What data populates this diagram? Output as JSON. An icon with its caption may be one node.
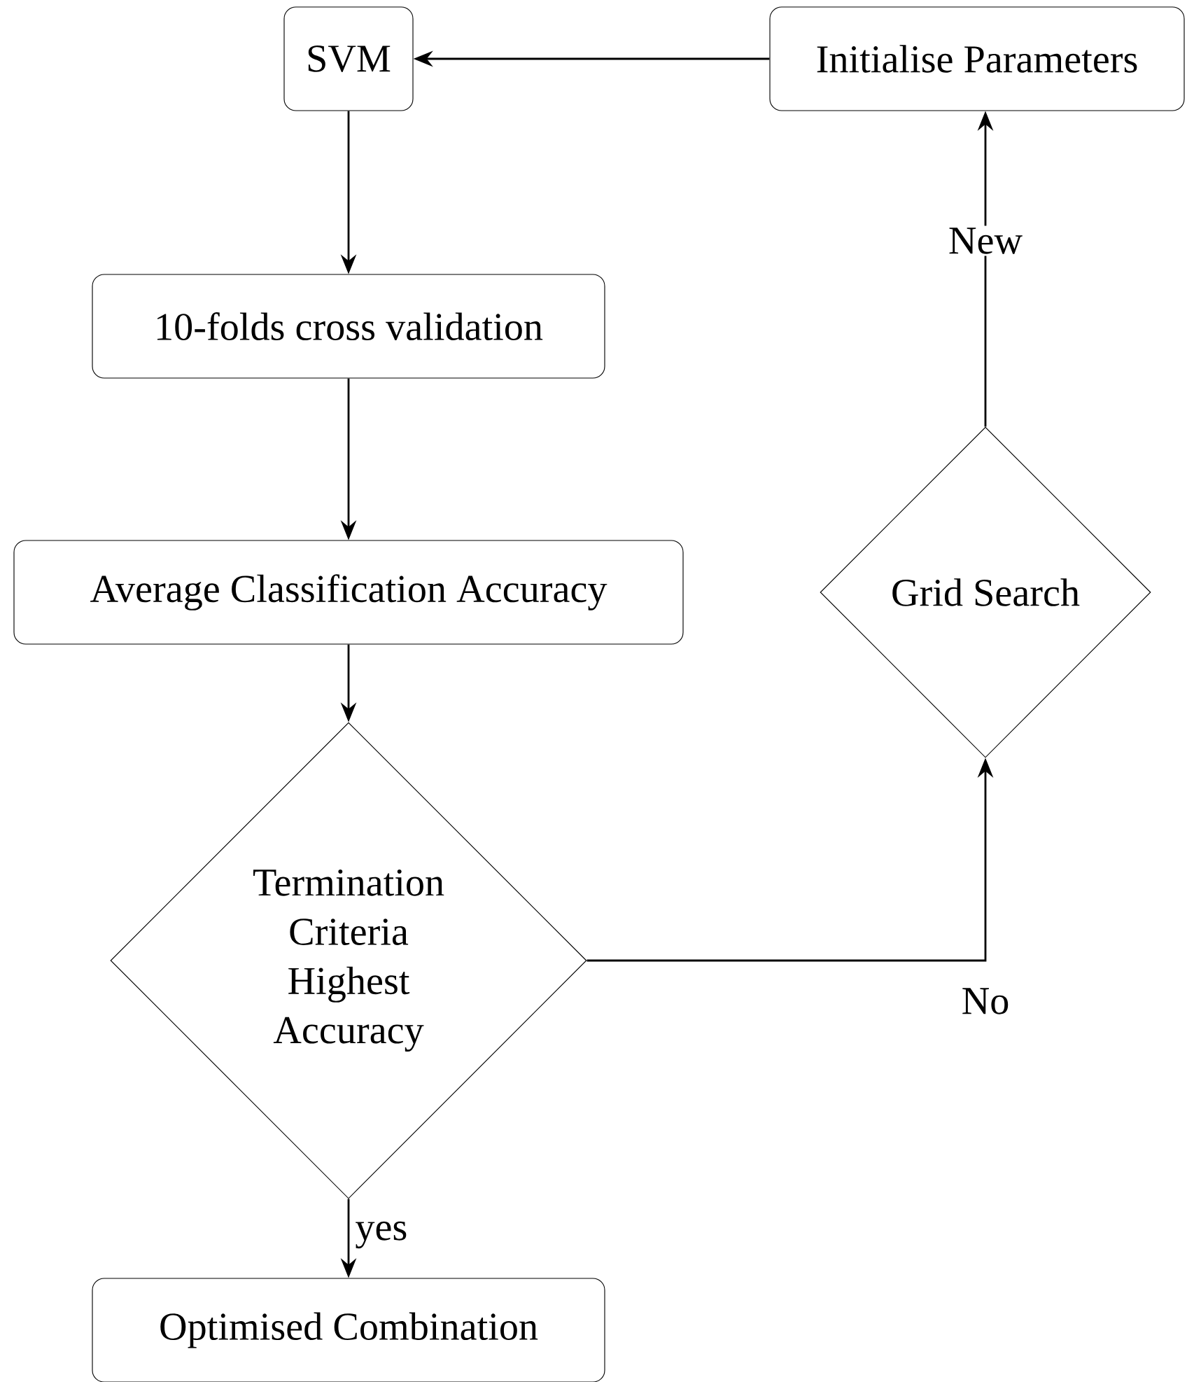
{
  "diagram": {
    "nodes": [
      {
        "text": [
          "SVM"
        ]
      },
      {
        "text": [
          "Initialise Parameters"
        ]
      },
      {
        "text": [
          "10-folds cross validation"
        ]
      },
      {
        "text": [
          "Average Classification Accuracy"
        ]
      },
      {
        "text": [
          "Termination Criteria Highest Accuracy"
        ]
      },
      {
        "text": [
          "Grid Search"
        ]
      },
      {
        "text": [
          "Optimised Combination"
        ]
      }
    ],
    "edges": [
      {
        "from": 1,
        "to": 0,
        "arrow": "to"
      },
      {
        "from": 0,
        "to": 2,
        "arrow": "to"
      },
      {
        "from": 2,
        "to": 3,
        "arrow": "to"
      },
      {
        "from": 3,
        "to": 4,
        "arrow": "to"
      },
      {
        "from": 4,
        "to": 5,
        "arrow": "to",
        "label": "No"
      },
      {
        "from": 5,
        "to": 1,
        "arrow": "to",
        "label": "New"
      },
      {
        "from": 4,
        "to": 6,
        "arrow": "to",
        "label": "yes"
      }
    ]
  }
}
